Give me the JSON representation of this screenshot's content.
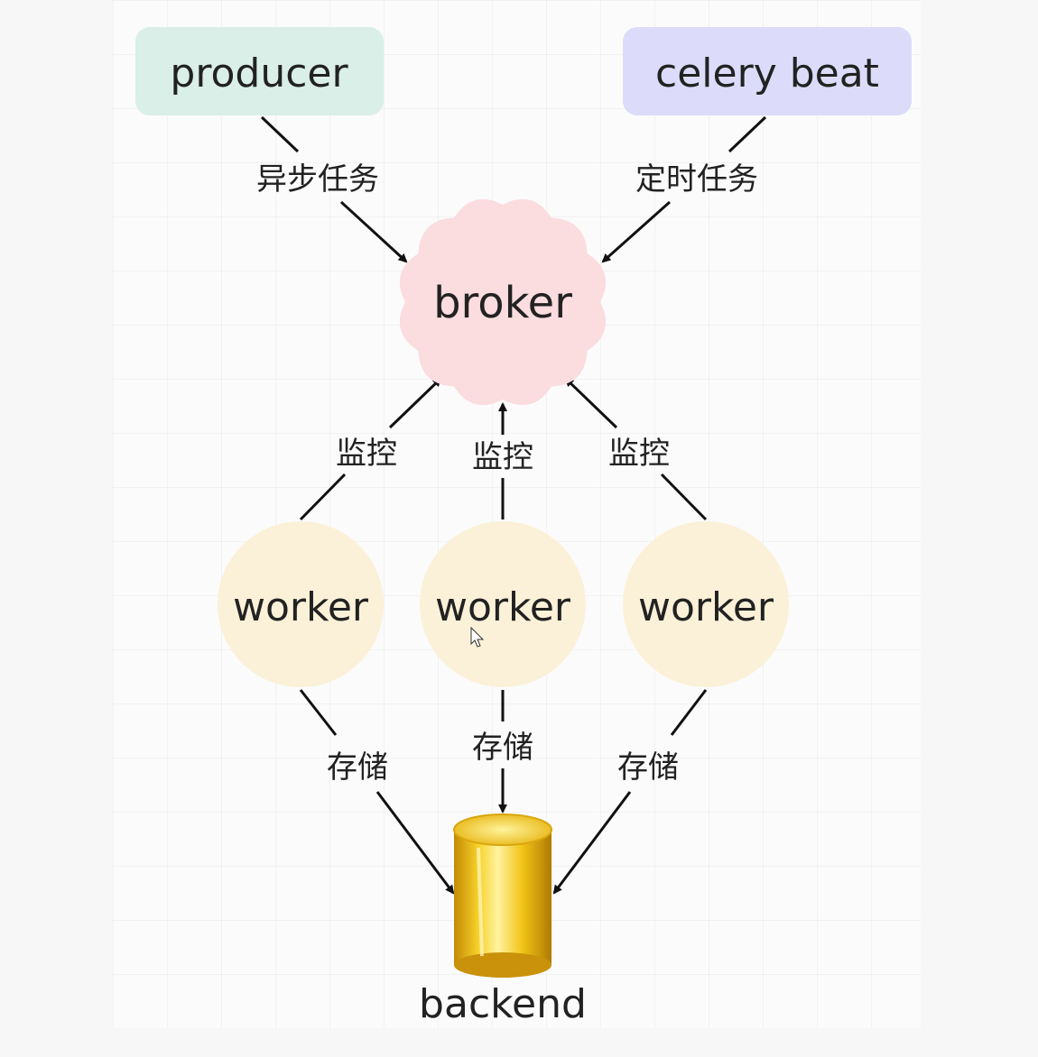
{
  "nodes": {
    "producer": "producer",
    "celery_beat": "celery beat",
    "broker": "broker",
    "worker_1": "worker",
    "worker_2": "worker",
    "worker_3": "worker",
    "backend": "backend"
  },
  "edges": {
    "producer_to_broker": "异步任务",
    "beat_to_broker": "定时任务",
    "worker1_to_broker": "监控",
    "worker2_to_broker": "监控",
    "worker3_to_broker": "监控",
    "worker1_to_backend": "存储",
    "worker2_to_backend": "存储",
    "worker3_to_backend": "存储"
  },
  "colors": {
    "producer_fill": "#d9efe8",
    "celery_beat_fill": "#dcdcfa",
    "broker_fill": "#fbdcdf",
    "worker_fill": "#fbf1d8",
    "backend_fill": "#f2c417",
    "line": "#111111"
  }
}
